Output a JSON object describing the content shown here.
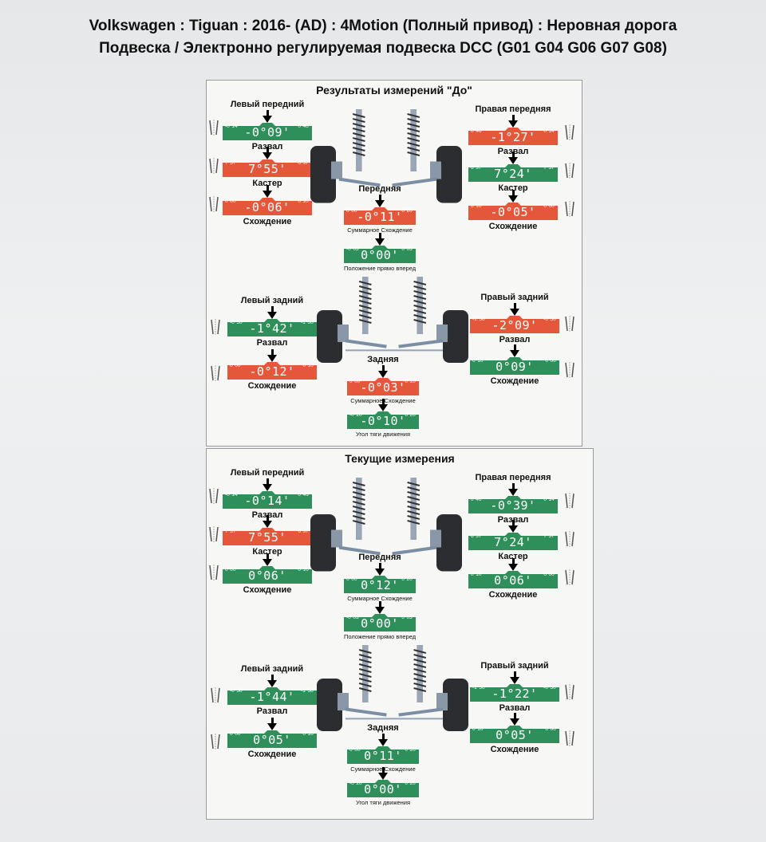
{
  "header": {
    "line1": "Volkswagen : Tiguan : 2016-   (AD) : 4Motion (Полный привод) : Неровная дорога",
    "line2": "Подвеска / Электронно регулируемая подвеска DCC (G01 G04 G06 G07 G08)"
  },
  "colors": {
    "green": "#2f8f5a",
    "red": "#e4573a"
  },
  "before": {
    "title": "Результаты измерений \"До\"",
    "front_left": {
      "title": "Левый передний",
      "camber": {
        "min": "-0°14'",
        "max": "0°46'",
        "value": "-0°09'",
        "status": "ok",
        "label": "Развал"
      },
      "caster": {
        "min": "7°37'",
        "max": "6°37'",
        "value": "7°55'",
        "status": "bad",
        "label": "Кастер"
      },
      "toe": {
        "min": "0°00'",
        "max": "0°10'",
        "value": "-0°06'",
        "status": "bad",
        "label": "Схождение"
      }
    },
    "front_right": {
      "title": "Правая передняя",
      "camber": {
        "min": "0°46'",
        "max": "0°14'",
        "value": "-1°27'",
        "status": "bad",
        "label": "Развал"
      },
      "caster": {
        "min": "6°37'",
        "max": "7°37'",
        "value": "7°24'",
        "status": "ok",
        "label": "Кастер"
      },
      "toe": {
        "min": "0°10'",
        "max": "0°00'",
        "value": "-0°05'",
        "status": "bad",
        "label": "Схождение"
      }
    },
    "front_total": {
      "title": "Передняя",
      "total_toe": {
        "min": "0°00'",
        "max": "0°20'",
        "value": "-0°11'",
        "status": "bad",
        "label": "Суммарное Схождение"
      },
      "straight": {
        "min": "-0°03'",
        "max": "0°03'",
        "value": "0°00'",
        "status": "ok",
        "label": "Положение прямо вперед"
      }
    },
    "rear_left": {
      "title": "Левый задний",
      "camber": {
        "min": "-0°50'",
        "max": "-1°50'",
        "value": "-1°42'",
        "status": "ok",
        "label": "Развал"
      },
      "toe": {
        "min": "0°00'",
        "max": "0°10'",
        "value": "-0°12'",
        "status": "bad",
        "label": "Схождение"
      }
    },
    "rear_right": {
      "title": "Правый задний",
      "camber": {
        "min": "-1°50'",
        "max": "-0°50'",
        "value": "-2°09'",
        "status": "bad",
        "label": "Развал"
      },
      "toe": {
        "min": "0°10'",
        "max": "0°00'",
        "value": "0°09'",
        "status": "ok",
        "label": "Схождение"
      }
    },
    "rear_total": {
      "title": "Задняя",
      "total_toe": {
        "min": "0°00'",
        "max": "0°20'",
        "value": "-0°03'",
        "status": "bad",
        "label": "Суммарное Схождение"
      },
      "thrust": {
        "min": "-0°20'",
        "max": "0°20'",
        "value": "-0°10'",
        "status": "ok",
        "label": "Угол тяги движения"
      }
    }
  },
  "current": {
    "title": "Текущие измерения",
    "front_left": {
      "title": "Левый передний",
      "camber": {
        "min": "-0°14'",
        "max": "0°46'",
        "value": "-0°14'",
        "status": "ok",
        "label": "Развал"
      },
      "caster": {
        "min": "7°37'",
        "max": "6°37'",
        "value": "7°55'",
        "status": "bad",
        "label": "Кастер"
      },
      "toe": {
        "min": "0°00'",
        "max": "0°10'",
        "value": "0°06'",
        "status": "ok",
        "label": "Схождение"
      }
    },
    "front_right": {
      "title": "Правая передняя",
      "camber": {
        "min": "0°46'",
        "max": "0°14'",
        "value": "-0°39'",
        "status": "ok",
        "label": "Развал"
      },
      "caster": {
        "min": "6°37'",
        "max": "7°37'",
        "value": "7°24'",
        "status": "ok",
        "label": "Кастер"
      },
      "toe": {
        "min": "0°10'",
        "max": "0°00'",
        "value": "0°06'",
        "status": "ok",
        "label": "Схождение"
      }
    },
    "front_total": {
      "title": "Передняя",
      "total_toe": {
        "min": "0°00'",
        "max": "0°20'",
        "value": "0°12'",
        "status": "ok",
        "label": "Суммарное Схождение"
      },
      "straight": {
        "min": "-0°03'",
        "max": "0°03'",
        "value": "0°00'",
        "status": "ok",
        "label": "Положение прямо вперед"
      }
    },
    "rear_left": {
      "title": "Левый задний",
      "camber": {
        "min": "-0°50'",
        "max": "-1°50'",
        "value": "-1°44'",
        "status": "ok",
        "label": "Развал"
      },
      "toe": {
        "min": "0°00'",
        "max": "0°10'",
        "value": "0°05'",
        "status": "ok",
        "label": "Схождение"
      }
    },
    "rear_right": {
      "title": "Правый задний",
      "camber": {
        "min": "-1°50'",
        "max": "-0°50'",
        "value": "-1°22'",
        "status": "ok",
        "label": "Развал"
      },
      "toe": {
        "min": "0°10'",
        "max": "0°00'",
        "value": "0°05'",
        "status": "ok",
        "label": "Схождение"
      }
    },
    "rear_total": {
      "title": "Задняя",
      "total_toe": {
        "min": "0°00'",
        "max": "0°20'",
        "value": "0°11'",
        "status": "ok",
        "label": "Суммарное Схождение"
      },
      "thrust": {
        "min": "-0°20'",
        "max": "0°20'",
        "value": "0°00'",
        "status": "ok",
        "label": "Угол тяги движения"
      }
    }
  }
}
